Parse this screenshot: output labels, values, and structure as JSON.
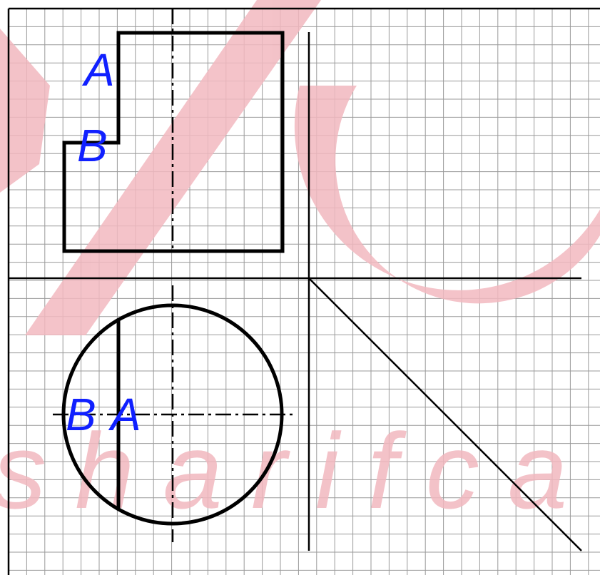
{
  "diagram": {
    "labels": {
      "front_upper": "A",
      "front_lower": "B",
      "top_left": "B",
      "top_right": "A"
    }
  },
  "watermark": {
    "text": "sharifca",
    "color": "#e8838f"
  },
  "colors": {
    "label_color": "#1020ff",
    "line_color": "#000000",
    "grid_color": "#9a9a9a"
  }
}
